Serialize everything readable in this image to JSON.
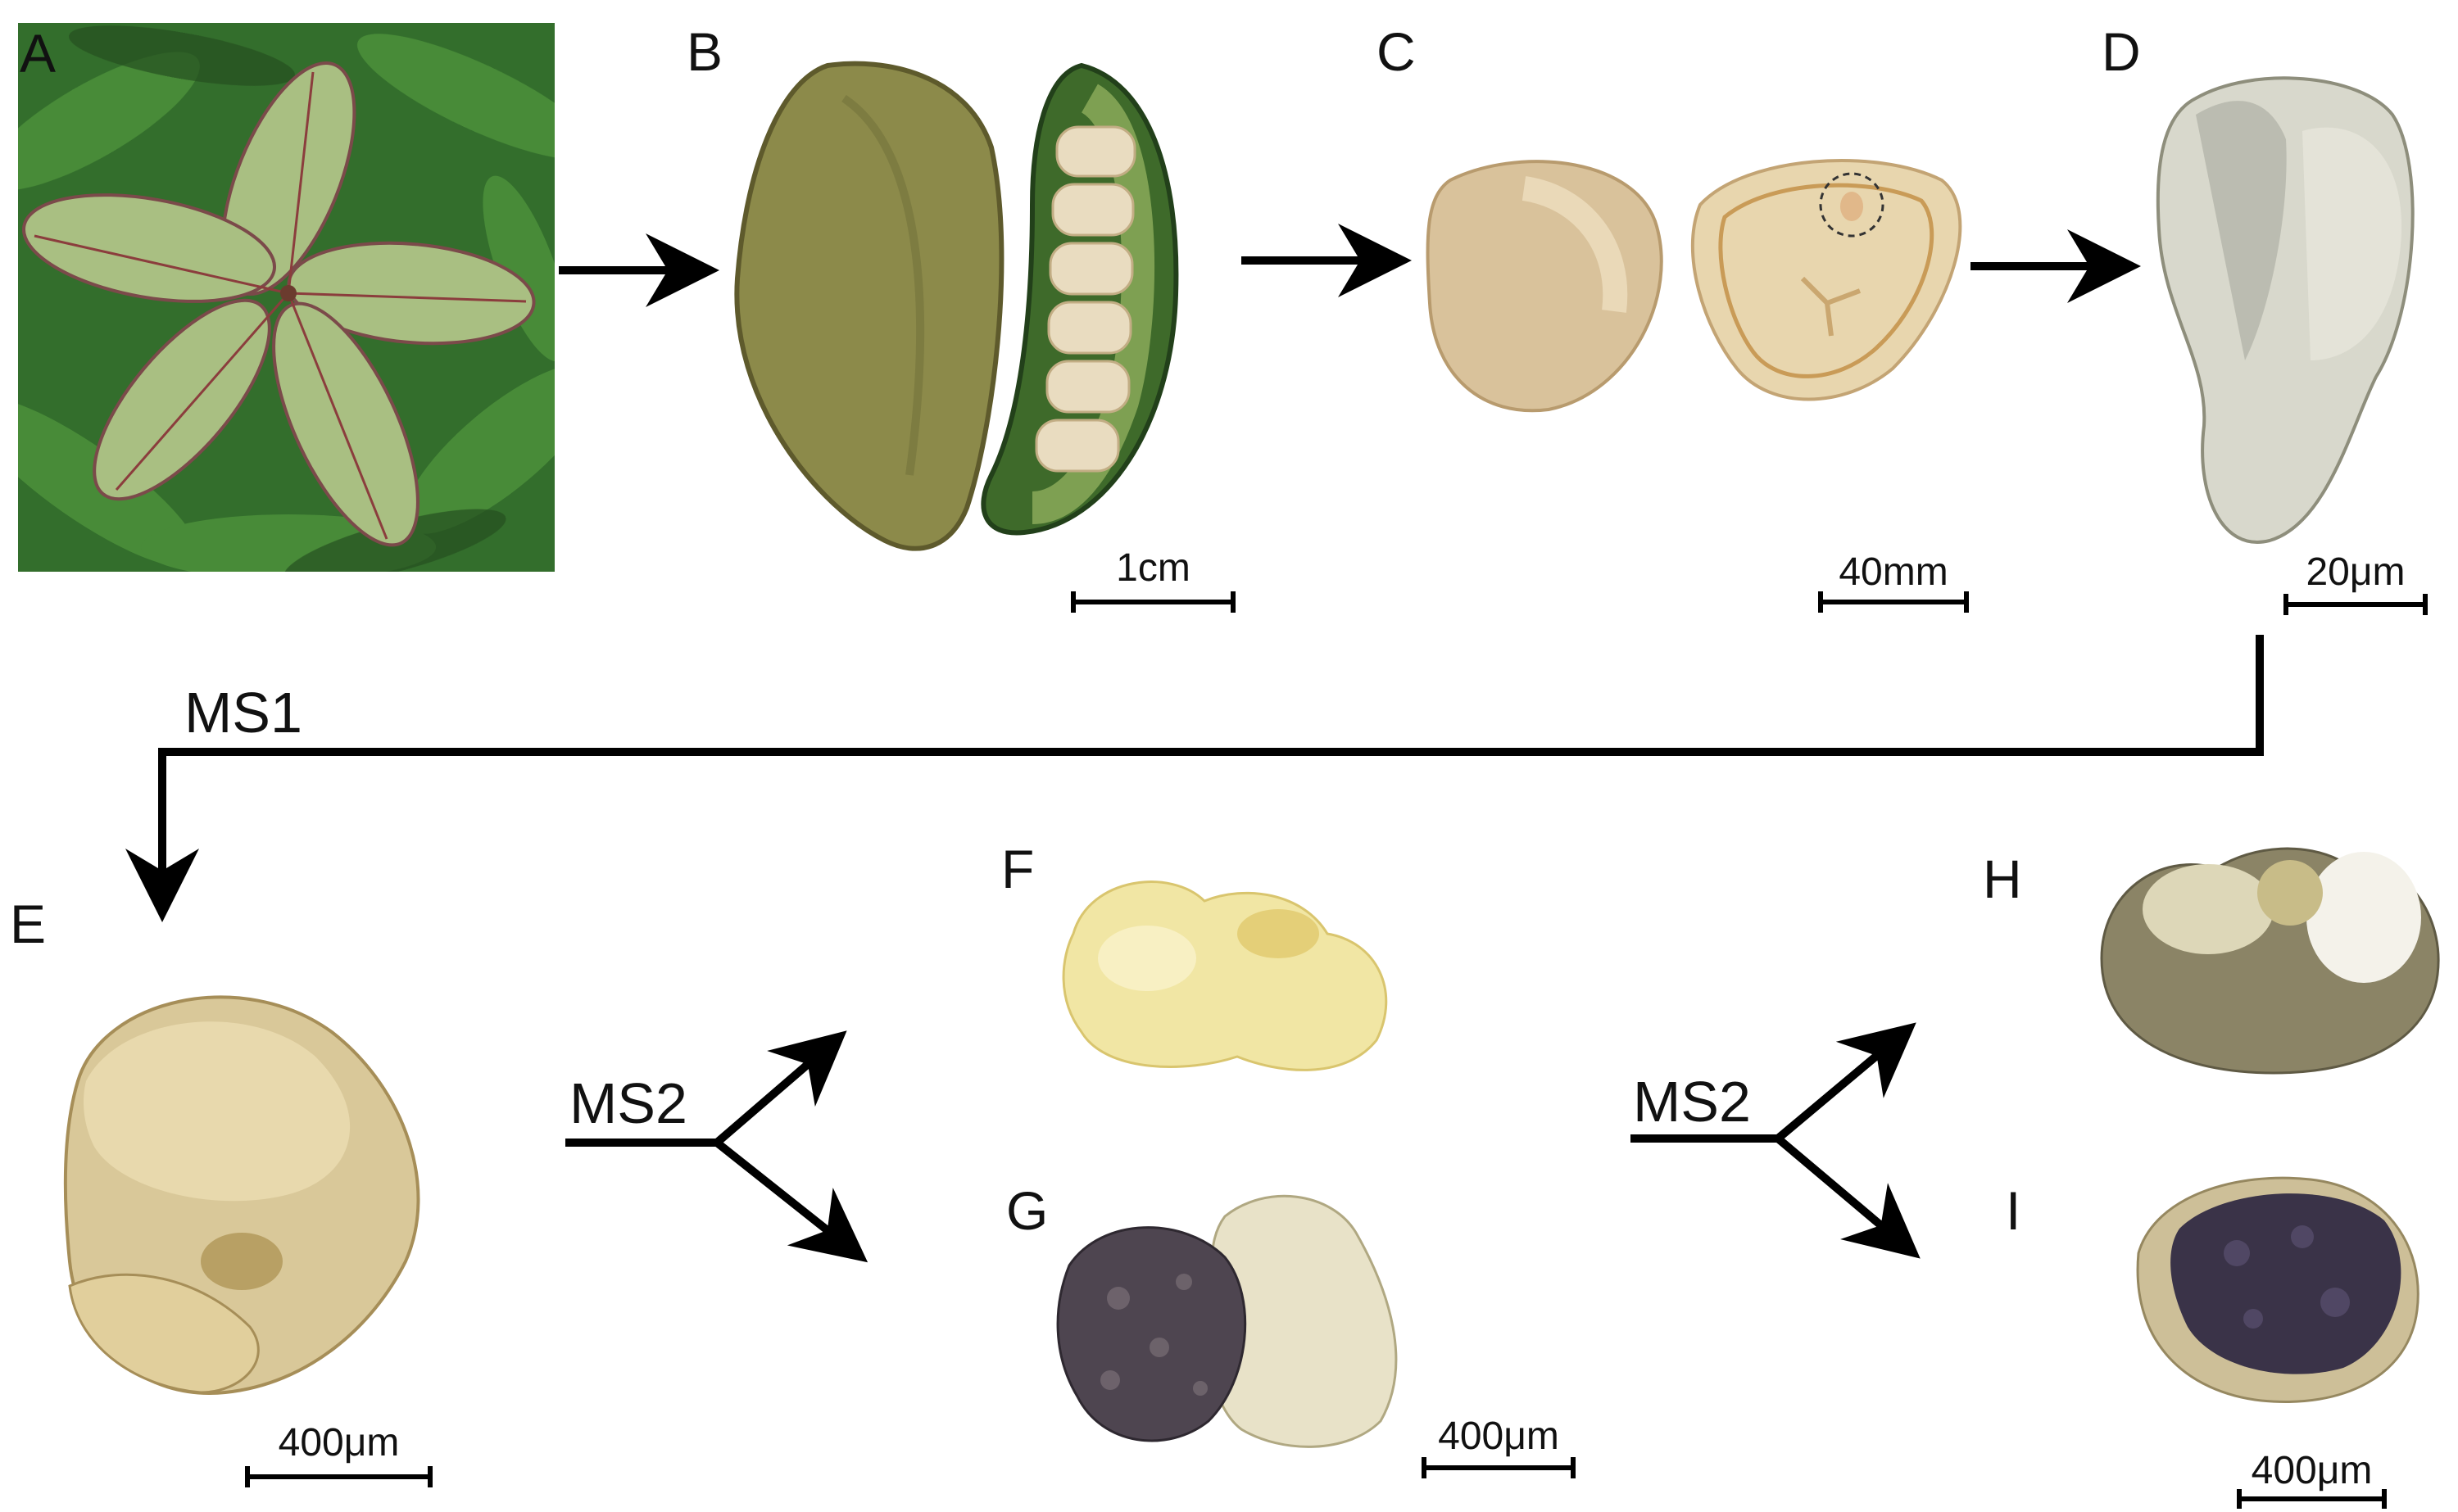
{
  "panels": {
    "a": "A",
    "b": "B",
    "c": "C",
    "d": "D",
    "e": "E",
    "f": "F",
    "g": "G",
    "h": "H",
    "i": "I"
  },
  "scale_bars": {
    "b": "1cm",
    "c": "40mm",
    "d": "20μm",
    "e": "400μm",
    "g": "400μm",
    "i": "400μm"
  },
  "media_labels": {
    "ms1": "MS1",
    "ms2_left": "MS2",
    "ms2_right": "MS2"
  },
  "colors": {
    "foliage": "#3d7a2e",
    "pod": "#8a8a4a",
    "seed": "#e8d7b4",
    "callus_light": "#f2e8a8",
    "callus_dark": "#4a3e56"
  }
}
